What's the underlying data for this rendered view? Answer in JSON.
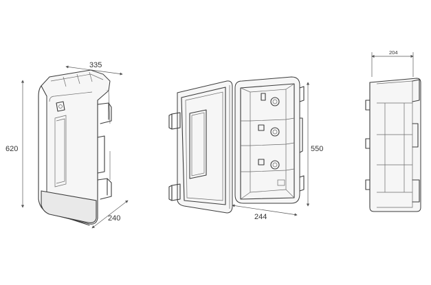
{
  "dimensions": {
    "front_width": "335",
    "front_height": "620",
    "front_depth": "240",
    "open_height": "550",
    "open_width": "244",
    "side_depth": "204"
  }
}
